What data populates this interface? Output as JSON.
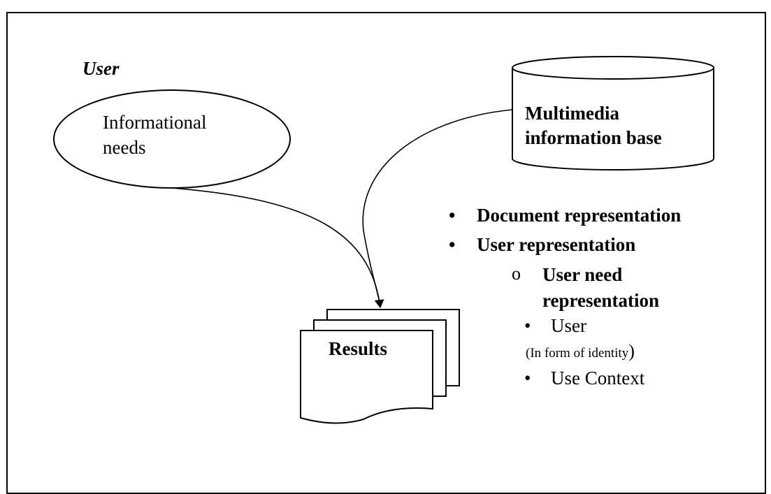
{
  "user": {
    "label": "User"
  },
  "needs": {
    "line1": "Informational",
    "line2": "needs"
  },
  "database": {
    "line1": "Multimedia",
    "line2": "information base"
  },
  "results": {
    "label": "Results"
  },
  "list": {
    "item1": "Document representation",
    "item2": "User representation",
    "sub1_line1": "User need",
    "sub1_line2": "representation",
    "subsub1": "User",
    "subsub1_note": "(In form of identity",
    "subsub1_note_close": ")",
    "subsub2": "Use Context",
    "bullet_glyph": "•",
    "sub_bullet_glyph": "o"
  }
}
